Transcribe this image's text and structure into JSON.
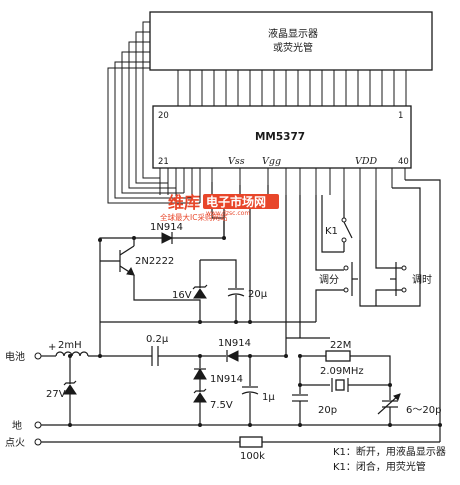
{
  "display": {
    "line1": "液晶显示器",
    "line2": "或荧光管"
  },
  "chip": {
    "name": "MM5377",
    "pin_20": "20",
    "pin_1": "1",
    "pin_21": "21",
    "pin_40": "40",
    "vss": "Vss",
    "vgg": "Vgg",
    "vdd": "VDD"
  },
  "parts": {
    "d_1n914_top": "1N914",
    "transistor": "2N2222",
    "zener_16v": "16V",
    "cap_20u": "20μ",
    "inductor": "2mH",
    "cap_02u": "0.2μ",
    "d_1n914_mid": "1N914",
    "d_1n914_low": "1N914",
    "zener_75v": "7.5V",
    "zener_27v": "27V",
    "cap_1u": "1μ",
    "res_22m": "22M",
    "crystal": "2.09MHz",
    "cap_20p": "20p",
    "trim_cap": "6～20p",
    "res_100k": "100k",
    "switch_k1": "K1",
    "btn_min": "调分",
    "btn_hour": "调时"
  },
  "terminals": {
    "battery": "电池",
    "ground": "地",
    "ignition": "点火",
    "plus": "+"
  },
  "notes": {
    "line1": "K1：断开，用液晶显示器",
    "line2": "K1：闭合，用荧光管"
  },
  "watermark": {
    "logo": "维库",
    "banner": "电子市场网",
    "url": "www.dzsc.com",
    "slogan": "全球最大IC采购网站"
  }
}
